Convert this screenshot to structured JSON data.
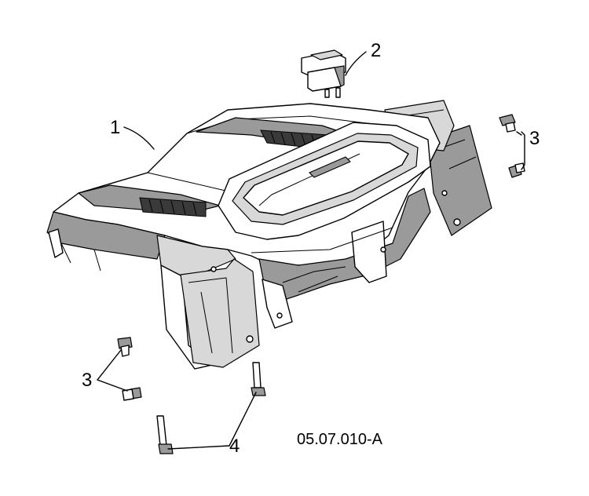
{
  "diagram": {
    "callouts": {
      "part1": "1",
      "part2": "2",
      "part3_right": "3",
      "part3_left": "3",
      "part4": "4"
    },
    "drawing_code": "05.07.010-A"
  }
}
